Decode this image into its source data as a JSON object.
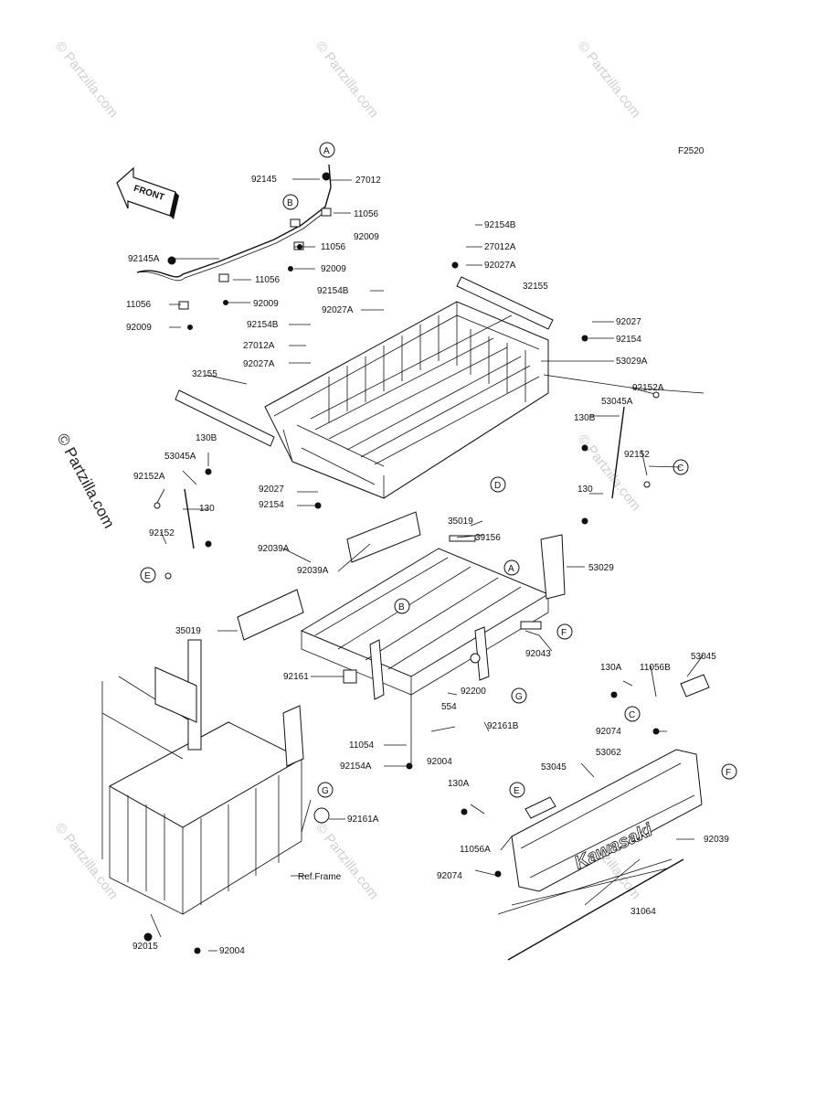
{
  "figure_code": "F2520",
  "front_arrow": "FRONT",
  "logo_text": "Kawasaki",
  "ref_frame": "Ref.Frame",
  "watermark": "© Partzilla.com",
  "callouts": [
    "A",
    "B",
    "C",
    "D",
    "E",
    "F",
    "G"
  ],
  "labels": [
    "92145",
    "27012",
    "11056",
    "92009",
    "92145A",
    "11056",
    "92009",
    "11056",
    "92009",
    "11056",
    "92009",
    "92154B",
    "27012A",
    "92027A",
    "32155",
    "92154B",
    "92027A",
    "92027",
    "92154",
    "53029A",
    "92154B",
    "27012A",
    "92027A",
    "92152A",
    "53045A",
    "32155",
    "130B",
    "53045A",
    "92152A",
    "130B",
    "92152",
    "130",
    "92027",
    "92154",
    "130",
    "92152",
    "35019",
    "39156",
    "53029",
    "92039A",
    "92039A",
    "35019",
    "92043",
    "92161",
    "92200",
    "554",
    "130A",
    "11056B",
    "53045",
    "92161B",
    "92074",
    "11054",
    "92004",
    "92154A",
    "53045",
    "53062",
    "130A",
    "92161A",
    "11056A",
    "92039",
    "92074",
    "31064",
    "92015",
    "92004",
    "Ref.Frame"
  ]
}
